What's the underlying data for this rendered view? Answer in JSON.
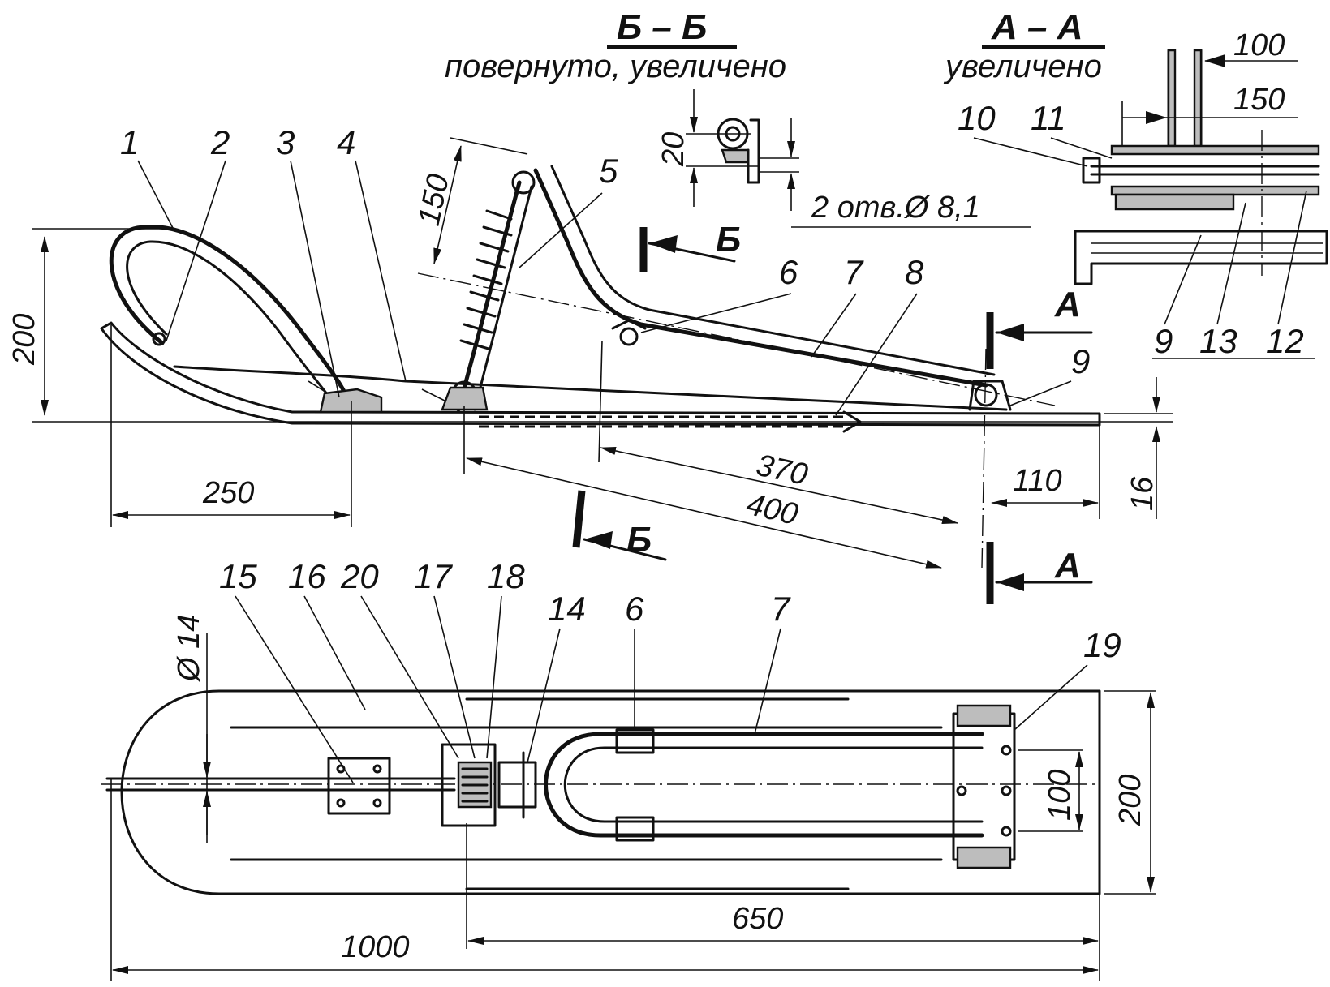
{
  "sections": {
    "bb": {
      "title": "Б – Б",
      "subtitle": "повернуто, увеличено",
      "note": "2 отв.Ø 8,1",
      "dim": "20"
    },
    "aa": {
      "title": "А – А",
      "subtitle": "увеличено",
      "dim_top": "100",
      "dim_mid": "150"
    },
    "cut_b": "Б",
    "cut_a": "А"
  },
  "part_numbers": {
    "side": [
      "1",
      "2",
      "3",
      "4",
      "5",
      "6",
      "7",
      "8",
      "9"
    ],
    "section_aa": [
      "10",
      "11",
      "9",
      "13",
      "12"
    ],
    "plan": [
      "15",
      "16",
      "20",
      "17",
      "18",
      "14",
      "6",
      "7",
      "19"
    ]
  },
  "dimensions": {
    "height": "200",
    "nose_length": "250",
    "handle_length": "150",
    "span_370": "370",
    "span_400": "400",
    "tail_110": "110",
    "thickness_16": "16",
    "rod_dia": "Ø 14",
    "plan_100": "100",
    "plan_width": "200",
    "plan_650": "650",
    "total_length": "1000"
  },
  "colors": {
    "ink": "#111111",
    "paper": "#ffffff"
  },
  "icons": [
    "arrow-head-icon"
  ]
}
